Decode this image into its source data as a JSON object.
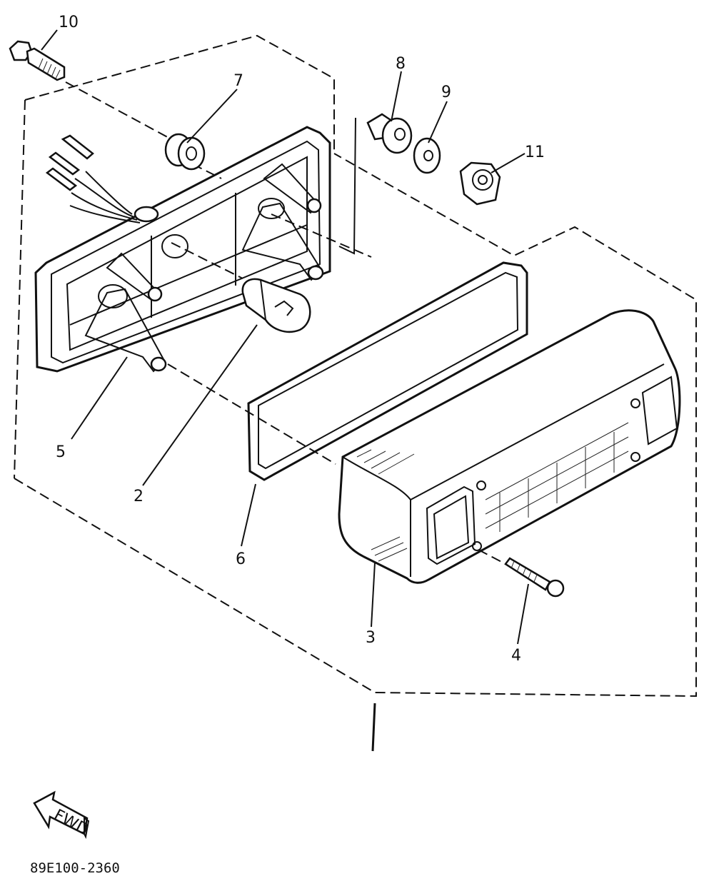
{
  "diagram": {
    "drawing_code": "89E100-2360",
    "fwd_label": "FWD",
    "callouts": [
      {
        "id": "c1",
        "text": "10"
      },
      {
        "id": "c2",
        "text": "7"
      },
      {
        "id": "c3",
        "text": "8"
      },
      {
        "id": "c4",
        "text": "9"
      },
      {
        "id": "c5",
        "text": "11"
      },
      {
        "id": "c6",
        "text": "5"
      },
      {
        "id": "c7",
        "text": "2"
      },
      {
        "id": "c8",
        "text": "6"
      },
      {
        "id": "c9",
        "text": "3"
      },
      {
        "id": "c10",
        "text": "4"
      }
    ]
  }
}
